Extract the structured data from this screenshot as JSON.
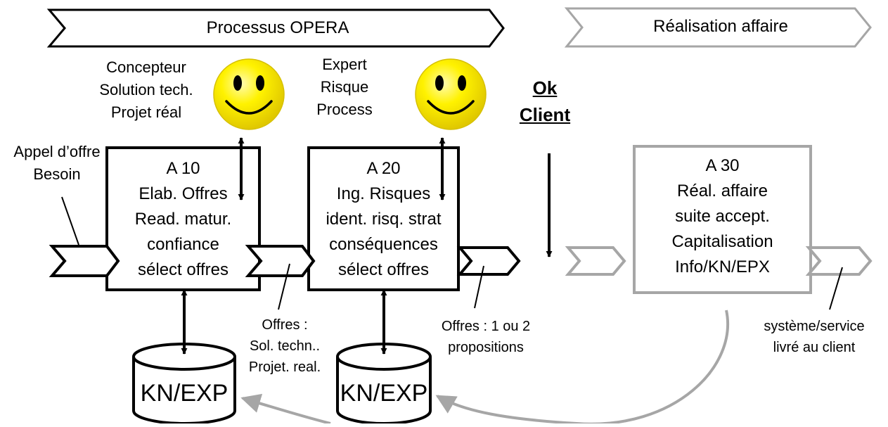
{
  "banners": {
    "opera": "Processus OPERA",
    "realisation": "Réalisation affaire"
  },
  "actors": {
    "a10": [
      "Concepteur",
      "Solution tech.",
      "Projet réal"
    ],
    "a20": [
      "Expert",
      "Risque",
      "Process"
    ]
  },
  "ok_client": [
    "Ok",
    "Client"
  ],
  "inputs": {
    "appel": [
      "Appel d’offre",
      "Besoin"
    ]
  },
  "boxes": {
    "a10": [
      "A 10",
      "Elab. Offres",
      "Read.  matur.",
      "confiance",
      "sélect offres"
    ],
    "a20": [
      "A 20",
      "Ing.  Risques",
      "ident. risq. strat",
      "conséquences",
      "sélect offres"
    ],
    "a30": [
      "A 30",
      "Réal. affaire",
      "suite accept.",
      "Capitalisation",
      "Info/KN/EPX"
    ]
  },
  "outputs": {
    "a10": [
      "Offres :",
      "Sol. techn..",
      "Projet. real."
    ],
    "a20": [
      "Offres : 1 ou 2",
      "propositions"
    ],
    "a30": [
      "système/service",
      "livré au client"
    ]
  },
  "databases": {
    "db1": "KN/EXP",
    "db2": "KN/EXP"
  },
  "colors": {
    "black": "#000000",
    "gray": "#a6a6a6",
    "smiley": "#f2e600",
    "smiley_edge": "#c8b400"
  }
}
